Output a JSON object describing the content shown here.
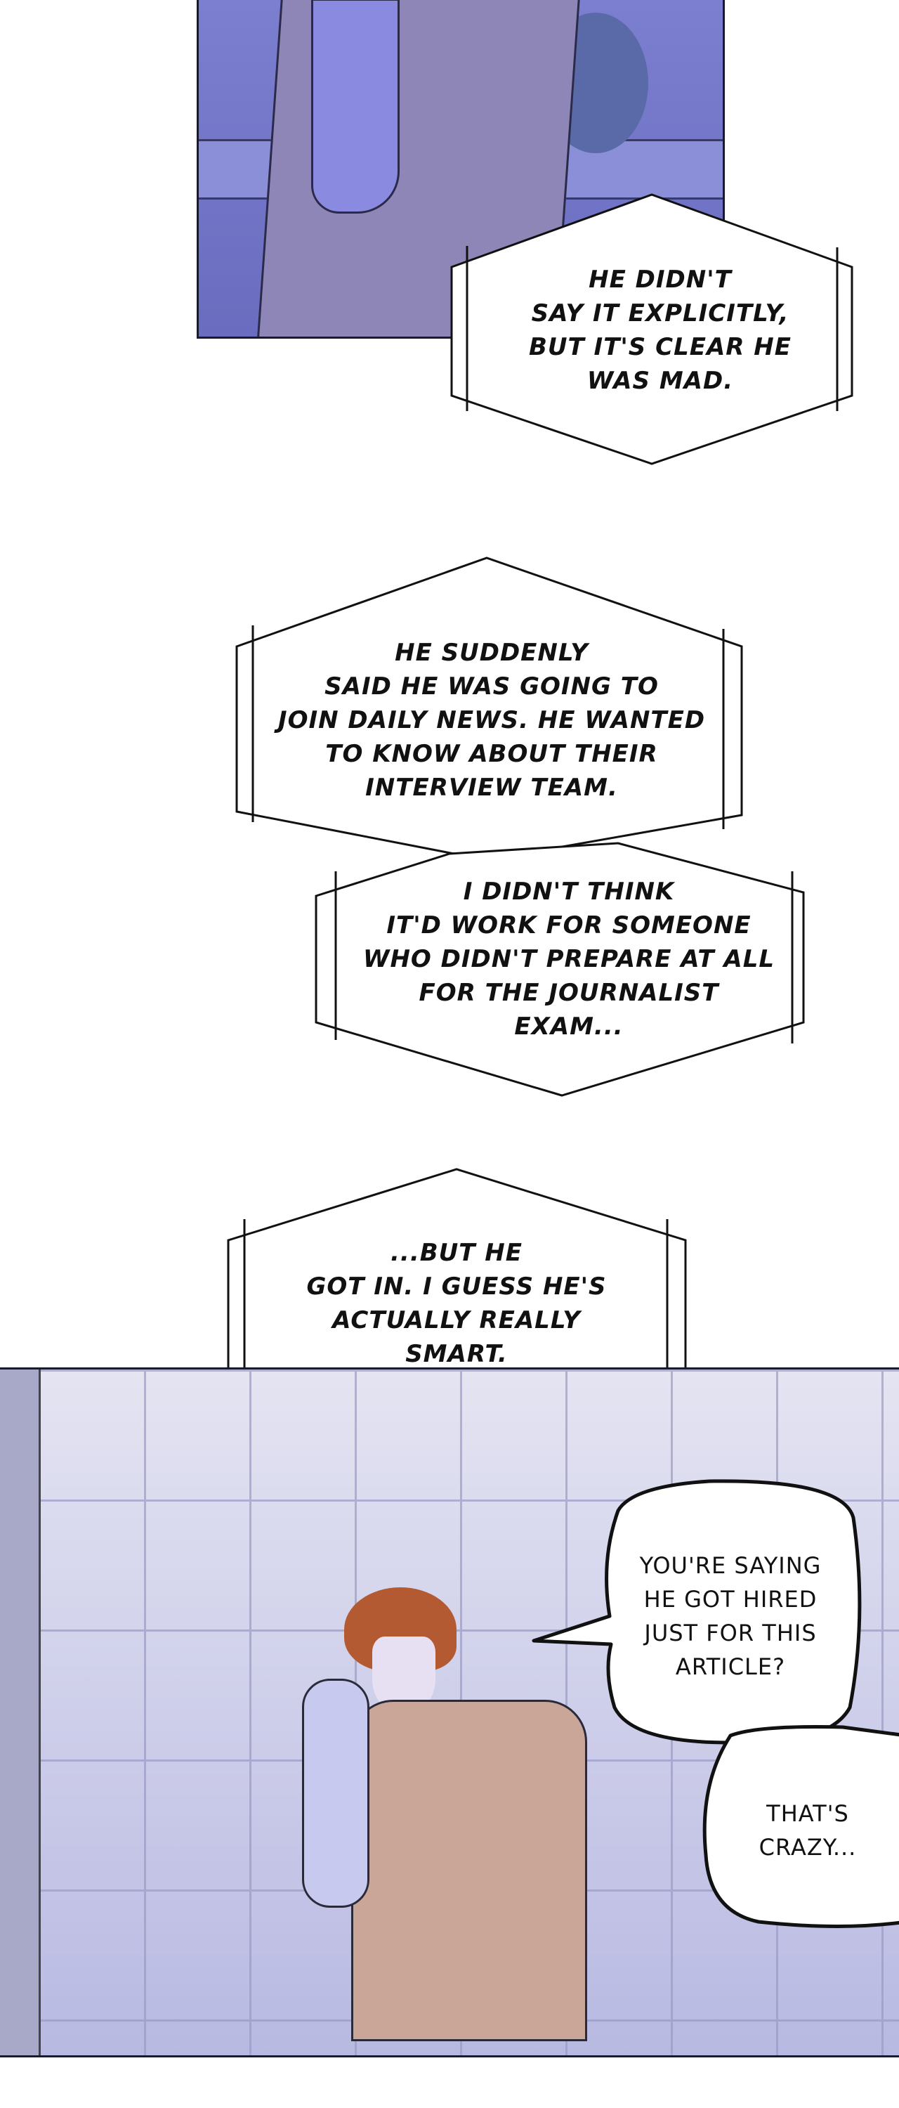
{
  "captions": [
    {
      "lines": [
        "HE DIDN'T",
        "SAY IT EXPLICITLY,",
        "BUT IT'S CLEAR HE",
        "WAS MAD."
      ]
    },
    {
      "lines": [
        "HE SUDDENLY",
        "SAID HE WAS GOING TO",
        "JOIN DAILY NEWS. HE WANTED",
        "TO KNOW ABOUT THEIR",
        "INTERVIEW TEAM."
      ]
    },
    {
      "lines": [
        "I DIDN'T THINK",
        "IT'D WORK FOR SOMEONE",
        "WHO DIDN'T PREPARE AT ALL",
        "FOR THE JOURNALIST",
        "EXAM..."
      ]
    },
    {
      "lines": [
        "...BUT HE",
        "GOT IN. I GUESS HE'S",
        "ACTUALLY REALLY",
        "SMART."
      ]
    }
  ],
  "speech": [
    {
      "lines": [
        "YOU'RE SAYING",
        "HE GOT HIRED",
        "JUST FOR THIS",
        "ARTICLE?"
      ]
    },
    {
      "lines": [
        "THAT'S",
        "CRAZY..."
      ]
    }
  ],
  "colors": {
    "panel_top": "#6f72c4",
    "panel_wall": "#d9daf0",
    "accent_hair": "#b45a32"
  }
}
